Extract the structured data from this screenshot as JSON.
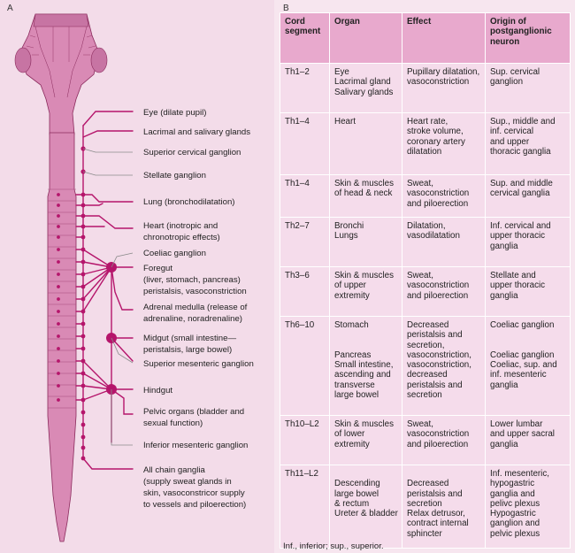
{
  "panel_a": {
    "letter": "A",
    "labels": [
      "Eye (dilate pupil)",
      "Lacrimal and salivary glands",
      "Superior cervical ganglion",
      "Stellate ganglion",
      "Lung (bronchodilatation)",
      "Heart (inotropic and",
      "chronotropic effects)",
      "Coeliac ganglion",
      "Foregut",
      "(liver, stomach, pancreas)",
      "peristalsis, vasoconstriction",
      "Adrenal medulla (release of",
      "adrenaline, noradrenaline)",
      "Midgut (small intestine—",
      "peristalsis, large bowel)",
      "Superior mesenteric ganglion",
      "Hindgut",
      "Pelvic organs (bladder and",
      "sexual function)",
      "Inferior mesenteric ganglion",
      "All chain ganglia",
      "(supply sweat glands in",
      "skin, vasoconstricor supply",
      "to vessels and piloerection)"
    ]
  },
  "panel_b": {
    "letter": "B",
    "headers": [
      [
        "Cord",
        "segment"
      ],
      [
        "Organ"
      ],
      [
        "Effect"
      ],
      [
        "Origin of",
        "postganglionic",
        "neuron"
      ]
    ],
    "rows": [
      {
        "segment": [
          "Th1–2"
        ],
        "organ": [
          "Eye",
          "Lacrimal gland",
          "Salivary glands"
        ],
        "effect": [
          "Pupillary dilatation,",
          "vasoconstriction"
        ],
        "origin": [
          "Sup. cervical",
          "ganglion"
        ]
      },
      {
        "segment": [
          "Th1–4"
        ],
        "organ": [
          "Heart"
        ],
        "effect": [
          "Heart rate,",
          "stroke volume,",
          "coronary artery",
          "dilatation"
        ],
        "origin": [
          "Sup., middle and",
          "inf. cervical",
          "and upper",
          "thoracic ganglia"
        ]
      },
      {
        "segment": [
          "Th1–4"
        ],
        "organ": [
          "Skin & muscles",
          "of head & neck"
        ],
        "effect": [
          "Sweat,",
          "vasoconstriction",
          "and piloerection"
        ],
        "origin": [
          "Sup. and middle",
          "cervical ganglia"
        ]
      },
      {
        "segment": [
          "Th2–7"
        ],
        "organ": [
          "Bronchi",
          "Lungs"
        ],
        "effect": [
          "Dilatation,",
          "vasodilatation"
        ],
        "origin": [
          "Inf. cervical and",
          "upper thoracic",
          "ganglia"
        ]
      },
      {
        "segment": [
          "Th3–6"
        ],
        "organ": [
          "Skin & muscles",
          "of upper",
          "extremity"
        ],
        "effect": [
          "Sweat,",
          "vasoconstriction",
          "and piloerection"
        ],
        "origin": [
          "Stellate and",
          "upper thoracic",
          "ganglia"
        ]
      },
      {
        "segment": [
          "Th6–10"
        ],
        "organ": [
          "Stomach",
          "",
          "",
          "Pancreas",
          "Small intestine,",
          "ascending and",
          "transverse",
          "large bowel"
        ],
        "effect": [
          "Decreased",
          "peristalsis and",
          "secretion,",
          "vasoconstriction,",
          "vasoconstriction,",
          "decreased",
          "peristalsis and",
          "secretion"
        ],
        "origin": [
          "Coeliac ganglion",
          "",
          "",
          "Coeliac ganglion",
          "Coeliac, sup. and",
          "inf. mesenteric",
          "ganglia"
        ]
      },
      {
        "segment": [
          "Th10–L2"
        ],
        "organ": [
          "Skin & muscles",
          "of lower",
          "extremity"
        ],
        "effect": [
          "Sweat,",
          "vasoconstriction",
          "and piloerection"
        ],
        "origin": [
          "Lower lumbar",
          "and upper sacral",
          "ganglia"
        ]
      },
      {
        "segment": [
          "Th11–L2"
        ],
        "organ": [
          "",
          "Descending",
          "large bowel",
          "& rectum",
          "Ureter & bladder"
        ],
        "effect": [
          "",
          "Decreased",
          "peristalsis and",
          "secretion",
          "Relax detrusor,",
          "contract internal",
          "sphincter"
        ],
        "origin": [
          "Inf. mesenteric,",
          "hypogastric",
          "ganglia and",
          "pelivc plexus",
          "Hypogastric",
          "ganglion and",
          "pelvic plexus"
        ]
      }
    ],
    "footnote": "Inf., inferior; sup., superior."
  },
  "colors": {
    "magenta": "#b5156b",
    "cord": "#d98ab5",
    "header": "#e8a9cd",
    "cell": "#f5dceb",
    "background": "#f3dce9"
  }
}
